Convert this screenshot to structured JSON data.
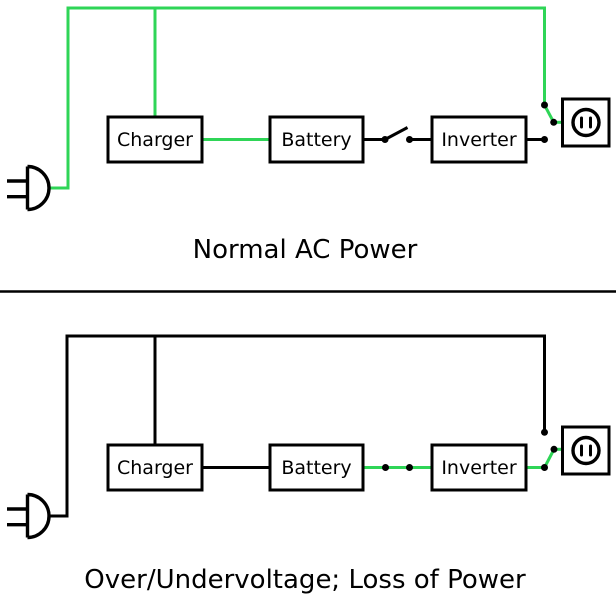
{
  "colors": {
    "powered": "#2fd557",
    "unpowered": "#000000",
    "background": "#ffffff"
  },
  "diagrams": [
    {
      "caption": "Normal AC Power",
      "charger_label": "Charger",
      "battery_label": "Battery",
      "inverter_label": "Inverter",
      "input_icon": "ac-plug-icon",
      "output_icon": "power-outlet-icon",
      "state": "AC powered: mains feeds outlet and charger; inverter switch open"
    },
    {
      "caption": "Over/Undervoltage; Loss of Power",
      "charger_label": "Charger",
      "battery_label": "Battery",
      "inverter_label": "Inverter",
      "input_icon": "ac-plug-icon",
      "output_icon": "power-outlet-icon",
      "state": "Battery powered: battery feeds inverter; transfer switch on inverter"
    }
  ]
}
